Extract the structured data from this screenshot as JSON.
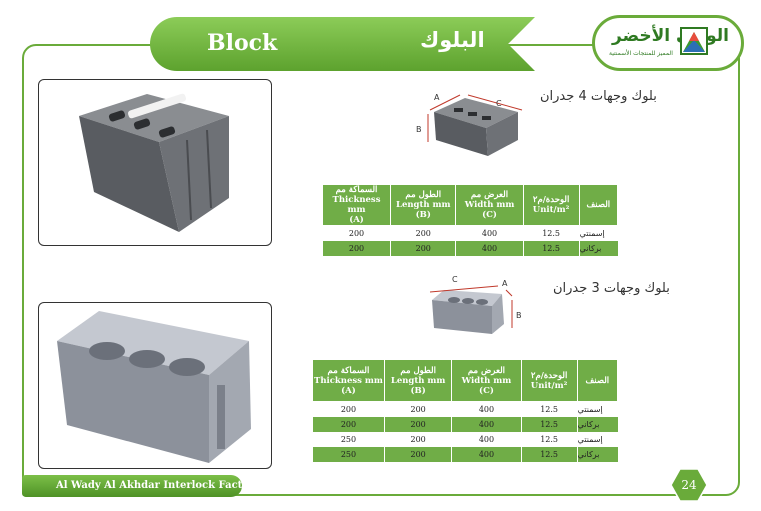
{
  "header": {
    "title_en": "Block",
    "title_ar": "البلوك"
  },
  "logo": {
    "name_ar": "الوادي الأخضر",
    "tagline_ar": "المميز للمنتجات الأسمنتية"
  },
  "section1": {
    "title": "بلوك وجهات 4 جدران",
    "diagram_labels": {
      "a": "A",
      "b": "B",
      "c": "C"
    },
    "columns": [
      {
        "line1": "الصنف",
        "line2": "",
        "line3": ""
      },
      {
        "line1": "الوحدة/م٢",
        "line2": "Unit/m²",
        "line3": ""
      },
      {
        "line1": "العرض مم",
        "line2": "Width mm",
        "line3": "(C)"
      },
      {
        "line1": "الطول مم",
        "line2": "Length mm",
        "line3": "(B)"
      },
      {
        "line1": "السماكة مم",
        "line2": "Thickness mm",
        "line3": "(A)"
      }
    ],
    "rows": [
      {
        "type": "إسمنتي",
        "unit": "12.5",
        "width": "400",
        "length": "200",
        "thickness": "200"
      },
      {
        "type": "بركاني",
        "unit": "12.5",
        "width": "400",
        "length": "200",
        "thickness": "200"
      }
    ]
  },
  "section2": {
    "title": "بلوك وجهات 3 جدران",
    "diagram_labels": {
      "a": "A",
      "b": "B",
      "c": "C"
    },
    "columns": [
      {
        "line1": "الصنف",
        "line2": "",
        "line3": ""
      },
      {
        "line1": "الوحدة/م٢",
        "line2": "Unit/m²",
        "line3": ""
      },
      {
        "line1": "العرض مم",
        "line2": "Width mm",
        "line3": "(C)"
      },
      {
        "line1": "الطول مم",
        "line2": "Length mm",
        "line3": "(B)"
      },
      {
        "line1": "السماكة مم",
        "line2": "Thickness mm",
        "line3": "(A)"
      }
    ],
    "rows": [
      {
        "type": "إسمنتي",
        "unit": "12.5",
        "width": "400",
        "length": "200",
        "thickness": "200"
      },
      {
        "type": "بركاني",
        "unit": "12.5",
        "width": "400",
        "length": "200",
        "thickness": "200"
      },
      {
        "type": "إسمنتي",
        "unit": "12.5",
        "width": "400",
        "length": "200",
        "thickness": "250"
      },
      {
        "type": "بركاني",
        "unit": "12.5",
        "width": "400",
        "length": "200",
        "thickness": "250"
      }
    ]
  },
  "footer": {
    "company": "Al Wady Al Akhdar Interlock Factory",
    "page_number": "24"
  },
  "colors": {
    "green": "#70ad47",
    "dark_green": "#2f7a22",
    "accent_red": "#c0392b"
  }
}
